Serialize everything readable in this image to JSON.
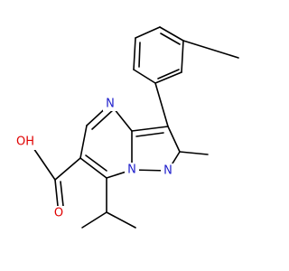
{
  "molecule": {
    "labels": {
      "n_ring_top": "N",
      "n_bridge": "N",
      "n_pyrazole": "N",
      "oh": "OH",
      "o_carbonyl": "O"
    },
    "colors": {
      "bond": "#000000",
      "nitrogen": "#1f1fcc",
      "oxygen": "#e00000",
      "background": "#ffffff"
    }
  }
}
